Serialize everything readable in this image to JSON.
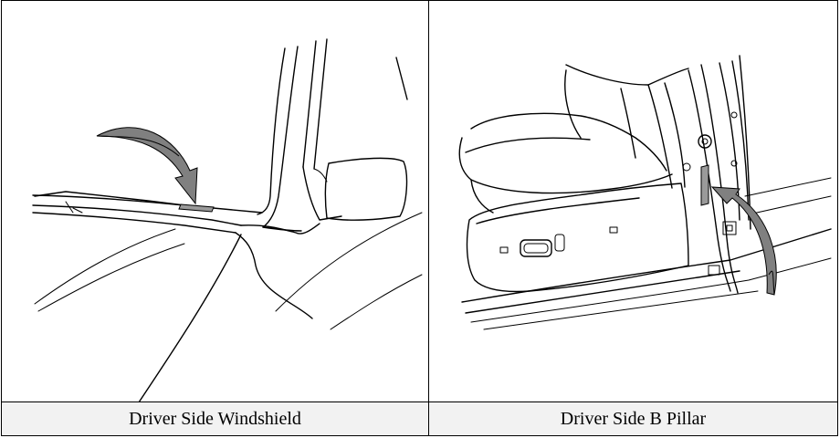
{
  "panels": [
    {
      "caption": "Driver Side Windshield"
    },
    {
      "caption": "Driver Side B Pillar"
    }
  ],
  "colors": {
    "caption_background": "#f2f2f2",
    "border": "#000000",
    "arrow_fill": "#808080"
  },
  "icons": {
    "left_panel": "windshield-label-illustration",
    "right_panel": "b-pillar-label-illustration",
    "pointer": "curved-arrow-icon"
  }
}
